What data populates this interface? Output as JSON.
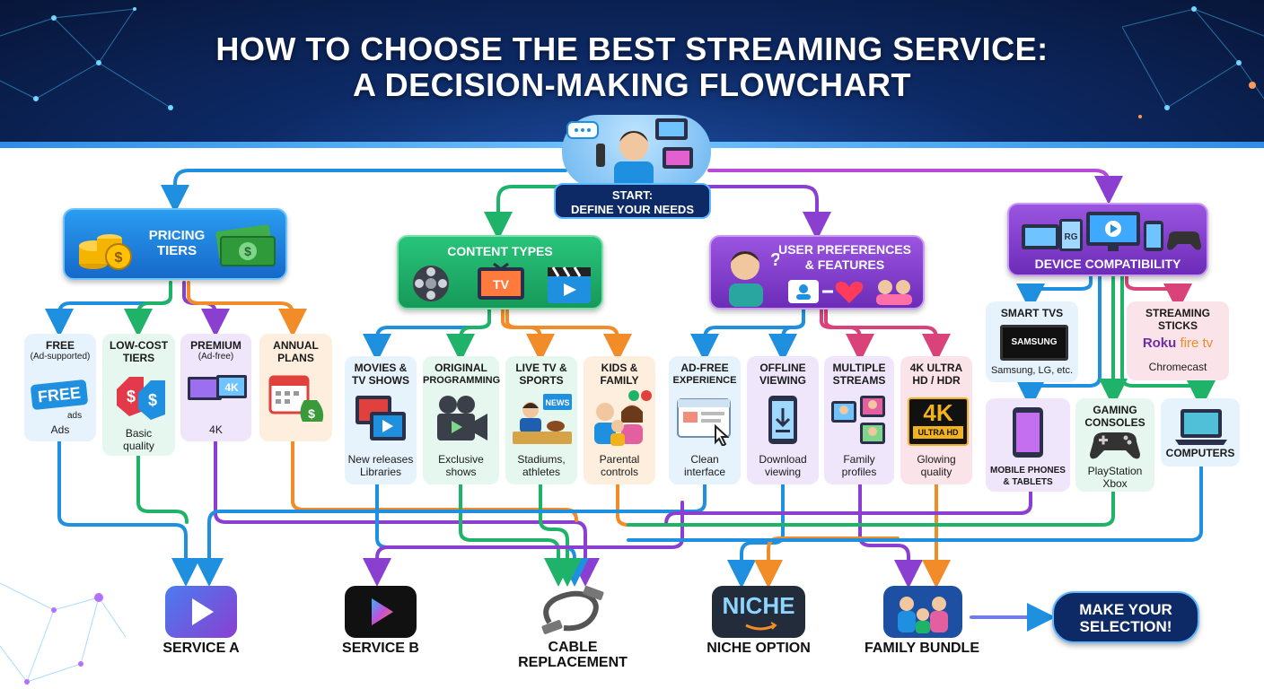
{
  "title": {
    "line1": "HOW TO CHOOSE THE BEST STREAMING SERVICE:",
    "line2": "A DECISION-MAKING FLOWCHART"
  },
  "start": {
    "label1": "START:",
    "label2": "DEFINE YOUR NEEDS"
  },
  "categories": {
    "pricing": {
      "label1": "PRICING",
      "label2": "TIERS",
      "icons": [
        "coins-icon",
        "cash-icon"
      ]
    },
    "content": {
      "label": "CONTENT TYPES",
      "icons": [
        "film-reel-icon",
        "tv-icon",
        "clapperboard-icon"
      ],
      "tv_text": "TV"
    },
    "preferences": {
      "label1": "USER PREFERENCES",
      "label2": "& FEATURES",
      "icons": [
        "thinking-person-icon",
        "heart-icon",
        "family-icon"
      ]
    },
    "devices": {
      "label": "DEVICE COMPATIBILITY",
      "icons": [
        "monitor-icon",
        "tablet-icon",
        "gamepad-icon"
      ],
      "tablet_text": "RG"
    }
  },
  "pricing_options": [
    {
      "title": "FREE",
      "sub": "(Ad-supported)",
      "desc": "Ads",
      "badge": "FREE",
      "badge_sub": "ads"
    },
    {
      "title": "LOW-COST",
      "title2": "TIERS",
      "desc": "Basic",
      "desc2": "quality"
    },
    {
      "title": "PREMIUM",
      "sub": "(Ad-free)",
      "desc": "4K",
      "badge": "4K"
    },
    {
      "title": "ANNUAL",
      "title2": "PLANS",
      "desc": ""
    }
  ],
  "content_options": [
    {
      "title": "MOVIES &",
      "title2": "TV SHOWS",
      "desc": "New releases",
      "desc2": "Libraries"
    },
    {
      "title": "ORIGINAL",
      "title2": "PROGRAMMING",
      "desc": "Exclusive",
      "desc2": "shows"
    },
    {
      "title": "LIVE TV &",
      "title2": "SPORTS",
      "desc": "Stadiums,",
      "desc2": "athletes",
      "badge": "NEWS"
    },
    {
      "title": "KIDS &",
      "title2": "FAMILY",
      "desc": "Parental",
      "desc2": "controls"
    }
  ],
  "preference_options": [
    {
      "title": "AD-FREE",
      "title2": "EXPERIENCE",
      "desc": "Clean",
      "desc2": "interface"
    },
    {
      "title": "OFFLINE",
      "title2": "VIEWING",
      "desc": "Download",
      "desc2": "viewing"
    },
    {
      "title": "MULTIPLE",
      "title2": "STREAMS",
      "desc": "Family",
      "desc2": "profiles"
    },
    {
      "title": "4K ULTRA",
      "title2": "HD / HDR",
      "desc": "Glowing",
      "desc2": "quality",
      "badge": "4K",
      "badge_sub": "ULTRA HD"
    }
  ],
  "device_options": {
    "smart_tvs": {
      "title": "SMART TVS",
      "brand": "SAMSUNG",
      "desc": "Samsung, LG, etc."
    },
    "sticks": {
      "title": "STREAMING",
      "title2": "STICKS",
      "brand1": "Roku",
      "brand2": "fire tv",
      "desc": "Chromecast"
    },
    "mobile": {
      "title": "MOBILE PHONES",
      "title2": "& TABLETS"
    },
    "consoles": {
      "title": "GAMING",
      "title2": "CONSOLES",
      "desc": "PlayStation",
      "desc2": "Xbox"
    },
    "computers": {
      "title": "COMPUTERS"
    }
  },
  "outcomes": [
    {
      "label": "SERVICE A"
    },
    {
      "label": "SERVICE B"
    },
    {
      "label": "CABLE",
      "label2": "REPLACEMENT"
    },
    {
      "label": "NICHE OPTION",
      "logo": "NICHE"
    },
    {
      "label": "FAMILY BUNDLE"
    }
  ],
  "final": {
    "label1": "MAKE YOUR",
    "label2": "SELECTION!"
  },
  "colors": {
    "blue": "#1f8fe0",
    "green": "#1fb36a",
    "purple": "#8a3fd1",
    "orange": "#f28c28",
    "pink": "#d9437a",
    "header": "#0d2a66"
  }
}
